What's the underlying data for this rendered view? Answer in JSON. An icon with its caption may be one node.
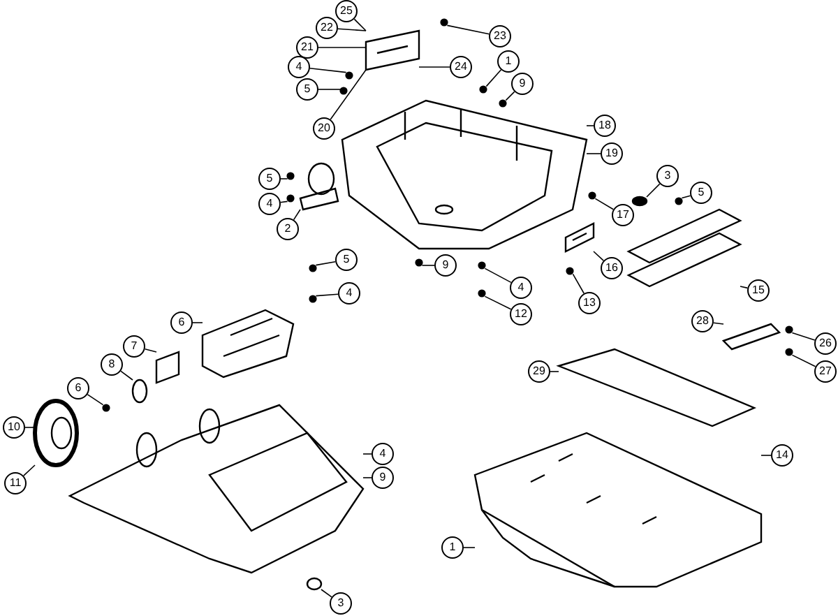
{
  "diagram": {
    "nodes": [
      {
        "text": [
          "25"
        ]
      },
      {
        "text": [
          "22"
        ]
      },
      {
        "text": [
          "21"
        ]
      },
      {
        "text": [
          "4"
        ]
      },
      {
        "text": [
          "5"
        ]
      },
      {
        "text": [
          "20"
        ]
      },
      {
        "text": [
          "23"
        ]
      },
      {
        "text": [
          "24"
        ]
      },
      {
        "text": [
          "1"
        ]
      },
      {
        "text": [
          "9"
        ]
      },
      {
        "text": [
          "18"
        ]
      },
      {
        "text": [
          "19"
        ]
      },
      {
        "text": [
          "3"
        ]
      },
      {
        "text": [
          "5"
        ]
      },
      {
        "text": [
          "17"
        ]
      },
      {
        "text": [
          "16"
        ]
      },
      {
        "text": [
          "15"
        ]
      },
      {
        "text": [
          "13"
        ]
      },
      {
        "text": [
          "12"
        ]
      },
      {
        "text": [
          "4"
        ]
      },
      {
        "text": [
          "9"
        ]
      },
      {
        "text": [
          "5"
        ]
      },
      {
        "text": [
          "4"
        ]
      },
      {
        "text": [
          "2"
        ]
      },
      {
        "text": [
          "5"
        ]
      },
      {
        "text": [
          "4"
        ]
      },
      {
        "text": [
          "6"
        ]
      },
      {
        "text": [
          "7"
        ]
      },
      {
        "text": [
          "8"
        ]
      },
      {
        "text": [
          "6"
        ]
      },
      {
        "text": [
          "10"
        ]
      },
      {
        "text": [
          "11"
        ]
      },
      {
        "text": [
          "4"
        ]
      },
      {
        "text": [
          "9"
        ]
      },
      {
        "text": [
          "3"
        ]
      },
      {
        "text": [
          "28"
        ]
      },
      {
        "text": [
          "26"
        ]
      },
      {
        "text": [
          "27"
        ]
      },
      {
        "text": [
          "29"
        ]
      },
      {
        "text": [
          "14"
        ]
      },
      {
        "text": [
          "1"
        ]
      },
      {
        "text": [],
        "shape": "picture"
      },
      {
        "text": [],
        "shape": "picture"
      },
      {
        "text": [],
        "shape": "picture"
      },
      {
        "text": [],
        "shape": "circle"
      },
      {
        "text": [],
        "shape": "picture"
      },
      {
        "text": [],
        "shape": "picture"
      },
      {
        "text": [],
        "shape": "picture"
      },
      {
        "text": [],
        "shape": "box"
      },
      {
        "text": [],
        "shape": "circle"
      },
      {
        "text": [],
        "shape": "picture"
      },
      {
        "text": [],
        "shape": "picture"
      },
      {
        "text": [],
        "shape": "circle"
      },
      {
        "text": [],
        "shape": "picture"
      },
      {
        "text": [],
        "shape": "picture"
      },
      {
        "text": [],
        "shape": "picture"
      },
      {
        "text": [],
        "shape": "circle"
      },
      {
        "text": [],
        "shape": "circle"
      },
      {
        "text": [],
        "shape": "circle"
      },
      {
        "text": [],
        "shape": "circle"
      },
      {
        "text": [],
        "shape": "circle"
      },
      {
        "text": [],
        "shape": "circle"
      },
      {
        "text": [],
        "shape": "circle"
      },
      {
        "text": [],
        "shape": "circle"
      },
      {
        "text": [],
        "shape": "circle"
      },
      {
        "text": [],
        "shape": "circle"
      },
      {
        "text": [],
        "shape": "circle"
      },
      {
        "text": [],
        "shape": "circle"
      },
      {
        "text": [],
        "shape": "circle"
      },
      {
        "text": [],
        "shape": "circle"
      },
      {
        "text": [],
        "shape": "circle"
      },
      {
        "text": [],
        "shape": "circle"
      },
      {
        "text": [],
        "shape": "circle"
      },
      {
        "text": [],
        "shape": "circle"
      }
    ],
    "edges": [
      {
        "from": 0,
        "to": 42,
        "arrow": "none"
      },
      {
        "from": 1,
        "to": 42,
        "arrow": "none"
      },
      {
        "from": 2,
        "to": 42,
        "arrow": "none"
      },
      {
        "from": 3,
        "to": 56,
        "arrow": "none"
      },
      {
        "from": 4,
        "to": 57,
        "arrow": "none"
      },
      {
        "from": 5,
        "to": 42,
        "arrow": "none"
      },
      {
        "from": 6,
        "to": 58,
        "arrow": "none"
      },
      {
        "from": 7,
        "to": 42,
        "arrow": "none"
      },
      {
        "from": 8,
        "to": 59,
        "arrow": "none"
      },
      {
        "from": 9,
        "to": 60,
        "arrow": "none"
      },
      {
        "from": 10,
        "to": 41,
        "arrow": "none"
      },
      {
        "from": 11,
        "to": 41,
        "arrow": "none"
      },
      {
        "from": 12,
        "to": 44,
        "arrow": "none"
      },
      {
        "from": 13,
        "to": 61,
        "arrow": "none"
      },
      {
        "from": 14,
        "to": 62,
        "arrow": "none"
      },
      {
        "from": 15,
        "to": 46,
        "arrow": "none"
      },
      {
        "from": 16,
        "to": 45,
        "arrow": "none"
      },
      {
        "from": 17,
        "to": 63,
        "arrow": "none"
      },
      {
        "from": 18,
        "to": 64,
        "arrow": "none"
      },
      {
        "from": 19,
        "to": 65,
        "arrow": "none"
      },
      {
        "from": 20,
        "to": 66,
        "arrow": "none"
      },
      {
        "from": 21,
        "to": 67,
        "arrow": "none"
      },
      {
        "from": 22,
        "to": 68,
        "arrow": "none"
      },
      {
        "from": 23,
        "to": 43,
        "arrow": "none"
      },
      {
        "from": 24,
        "to": 69,
        "arrow": "none"
      },
      {
        "from": 25,
        "to": 70,
        "arrow": "none"
      },
      {
        "from": 26,
        "to": 47,
        "arrow": "none"
      },
      {
        "from": 27,
        "to": 48,
        "arrow": "none"
      },
      {
        "from": 28,
        "to": 49,
        "arrow": "none"
      },
      {
        "from": 29,
        "to": 71,
        "arrow": "none"
      },
      {
        "from": 30,
        "to": 50,
        "arrow": "none"
      },
      {
        "from": 31,
        "to": 50,
        "arrow": "none"
      },
      {
        "from": 32,
        "to": 51,
        "arrow": "none"
      },
      {
        "from": 33,
        "to": 51,
        "arrow": "none"
      },
      {
        "from": 34,
        "to": 52,
        "arrow": "none"
      },
      {
        "from": 35,
        "to": 54,
        "arrow": "none"
      },
      {
        "from": 36,
        "to": 72,
        "arrow": "none"
      },
      {
        "from": 37,
        "to": 73,
        "arrow": "none"
      },
      {
        "from": 38,
        "to": 53,
        "arrow": "none"
      },
      {
        "from": 39,
        "to": 55,
        "arrow": "none"
      },
      {
        "from": 40,
        "to": 55,
        "arrow": "none"
      }
    ]
  }
}
